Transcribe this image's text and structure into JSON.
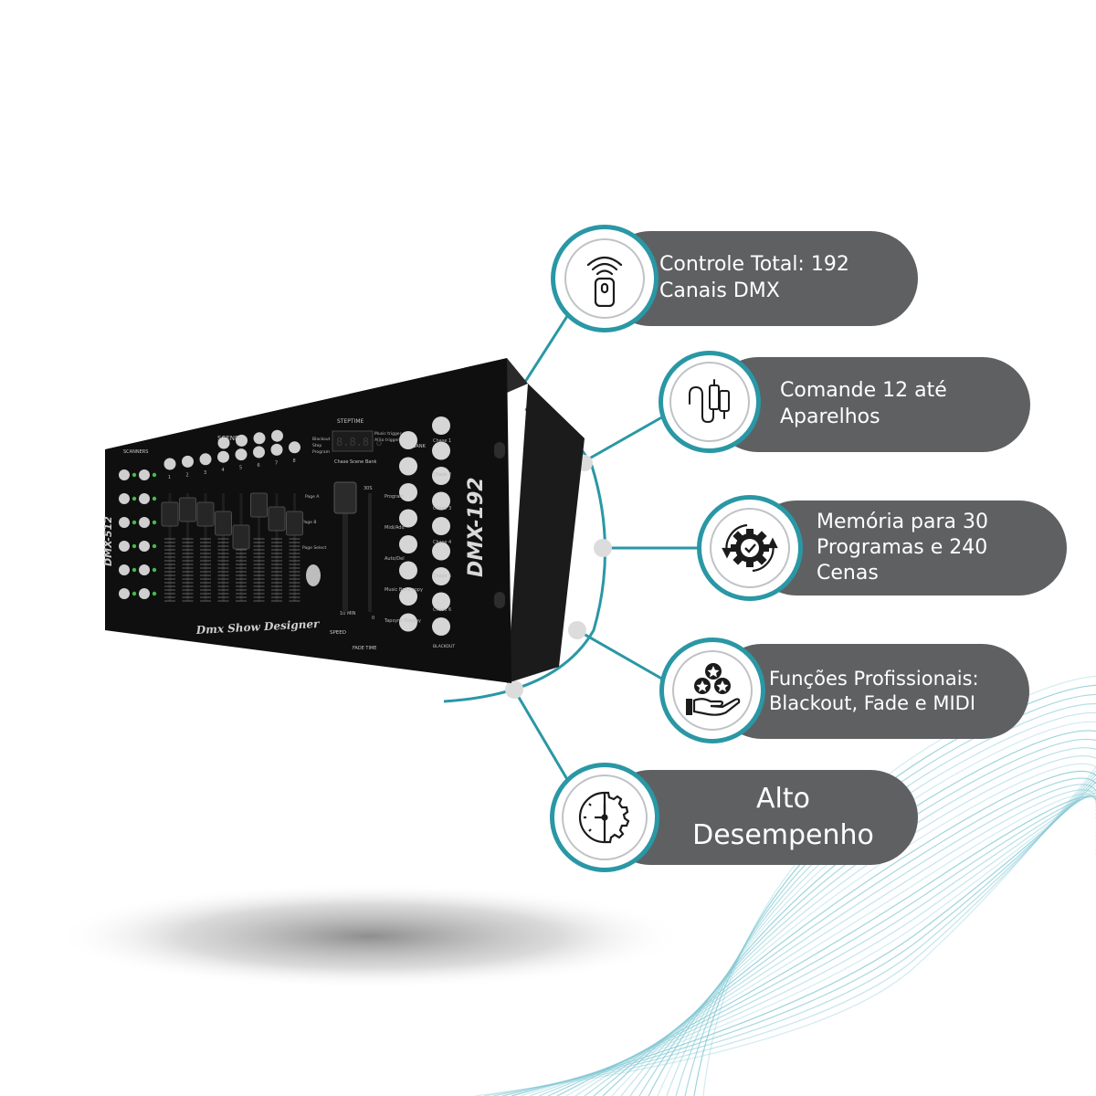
{
  "features": [
    {
      "lines": [
        "Controle Total: 192",
        "Canais DMX"
      ],
      "icon": "remote-control-icon"
    },
    {
      "lines": [
        "Comande 12 até",
        "Aparelhos"
      ],
      "icon": "dmx-cable-icon"
    },
    {
      "lines": [
        "Memória para 30",
        "Programas e 240",
        "Cenas"
      ],
      "icon": "gear-check-icon"
    },
    {
      "lines": [
        "Funções Profissionais:",
        "Blackout, Fade e MIDI"
      ],
      "icon": "hand-stars-icon"
    },
    {
      "lines": [
        "Alto",
        "Desempenho"
      ],
      "icon": "gear-clock-icon"
    }
  ],
  "device": {
    "model": "DMX-192",
    "side_model": "DMX-512",
    "brand": "Dmx Show Designer",
    "scenes_label": "SCENES",
    "scanners_label": "SCANNERS",
    "steptime_label": "STEPTIME",
    "display_digits": "8.8.8.8",
    "bank_label": "BANK",
    "blackout_label": "BLACKOUT",
    "speed_label": "SPEED",
    "fade_label": "FADE TIME",
    "chase_labels": [
      "Chase 1",
      "Chase 2",
      "Chase 3",
      "Chase 4",
      "Chase 5",
      "Chase 6"
    ],
    "mode_labels": [
      "Program",
      "Midi/Add",
      "Auto/Del",
      "Music Bank copy",
      "Tapsync Display"
    ],
    "scene_numbers": [
      "1",
      "2",
      "3",
      "4",
      "5",
      "6",
      "7",
      "8"
    ],
    "left_status": [
      "Blackout",
      "Step",
      "Program"
    ],
    "right_status": [
      "Music trigger",
      "Auto trigger"
    ],
    "chase_scene_bank": "Chase Scene Bank",
    "page_labels": [
      "Page A",
      "Page B",
      "Page Select"
    ],
    "fader_scale": [
      "30S",
      "10 MIN",
      "0"
    ]
  },
  "colors": {
    "accent": "#2a97a5",
    "pill": "#5f6062",
    "device": "#111111"
  }
}
